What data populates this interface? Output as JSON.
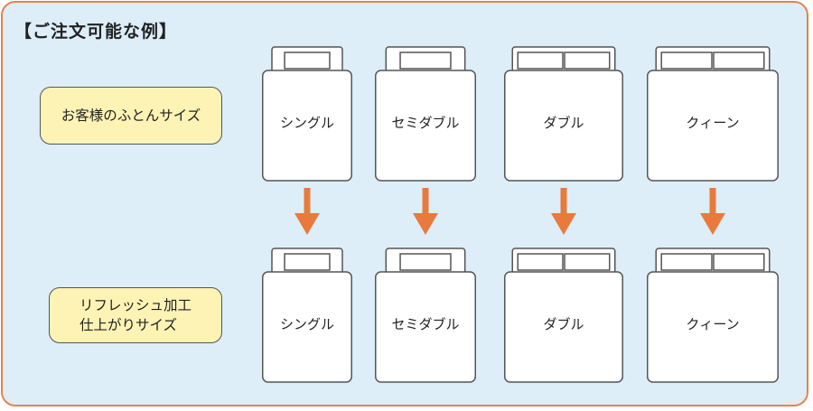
{
  "title": "【ご注文可能な例】",
  "rows": [
    {
      "bubble": "お客様のふとんサイズ",
      "items": [
        {
          "label": "シングル",
          "pillows": 1
        },
        {
          "label": "セミダブル",
          "pillows": 1
        },
        {
          "label": "ダブル",
          "pillows": 2
        },
        {
          "label": "クィーン",
          "pillows": 2
        }
      ]
    },
    {
      "bubble": "リフレッシュ加工\n仕上がりサイズ",
      "items": [
        {
          "label": "シングル",
          "pillows": 1
        },
        {
          "label": "セミダブル",
          "pillows": 1
        },
        {
          "label": "ダブル",
          "pillows": 2
        },
        {
          "label": "クィーン",
          "pillows": 2
        }
      ]
    }
  ],
  "colors": {
    "frame": "#e8824a",
    "background": "#ddeef9",
    "bubble": "#fdf3b5",
    "arrow": "#ea7a3c"
  },
  "arrow_icon": "arrow-down-icon"
}
